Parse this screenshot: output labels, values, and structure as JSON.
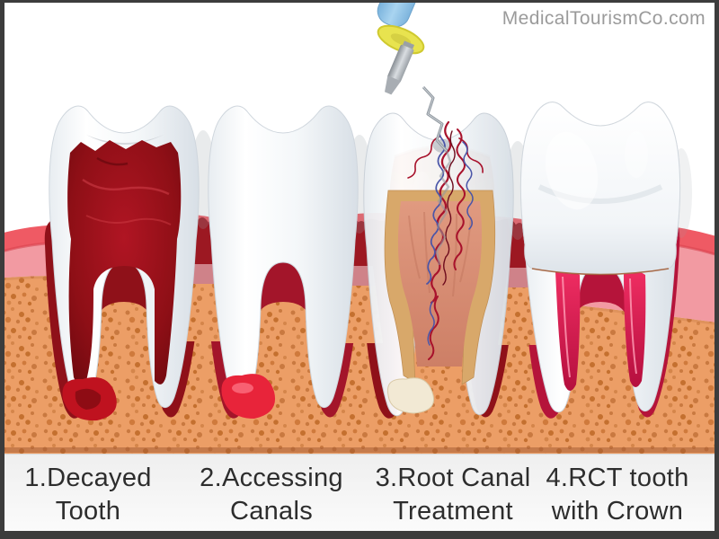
{
  "watermark": "MedicalTourismCo.com",
  "stages": [
    {
      "line1": "1.Decayed",
      "line2": "Tooth"
    },
    {
      "line1": "2.Accessing",
      "line2": "Canals"
    },
    {
      "line1": "3.Root Canal",
      "line2": "Treatment"
    },
    {
      "line1": "4.RCT tooth",
      "line2": "with Crown"
    }
  ],
  "colors": {
    "background": "#ffffff",
    "frame_border": "#3c3c3c",
    "watermark_text": "#9b9b9b",
    "label_text": "#2d2d2d",
    "bone": "#ec9e66",
    "bone_dot": "#c97940",
    "gum_pink": "#f29aa2",
    "gum_red": "#ef5a64",
    "socket_red": "#8f1119",
    "tooth_white": "#f6f8fa",
    "decay_dark_red": "#8e0f16",
    "abscess_red": "#bf121f",
    "pulp_orange": "#ef7d3a",
    "inflamed_tip_red": "#e8243a",
    "dentin_tan": "#d8a86a",
    "pulp_salmon": "#d98f77",
    "vessel_red": "#a8122c",
    "vessel_blue": "#4a55a8",
    "canal_filling_pink": "#e0194f",
    "root_tip_filling_cream": "#f2e9d4",
    "file_handle_blue": "#8ec2e8",
    "file_stopper_yellow": "#e8e34f",
    "file_metal_gray": "#b9bcc0"
  }
}
